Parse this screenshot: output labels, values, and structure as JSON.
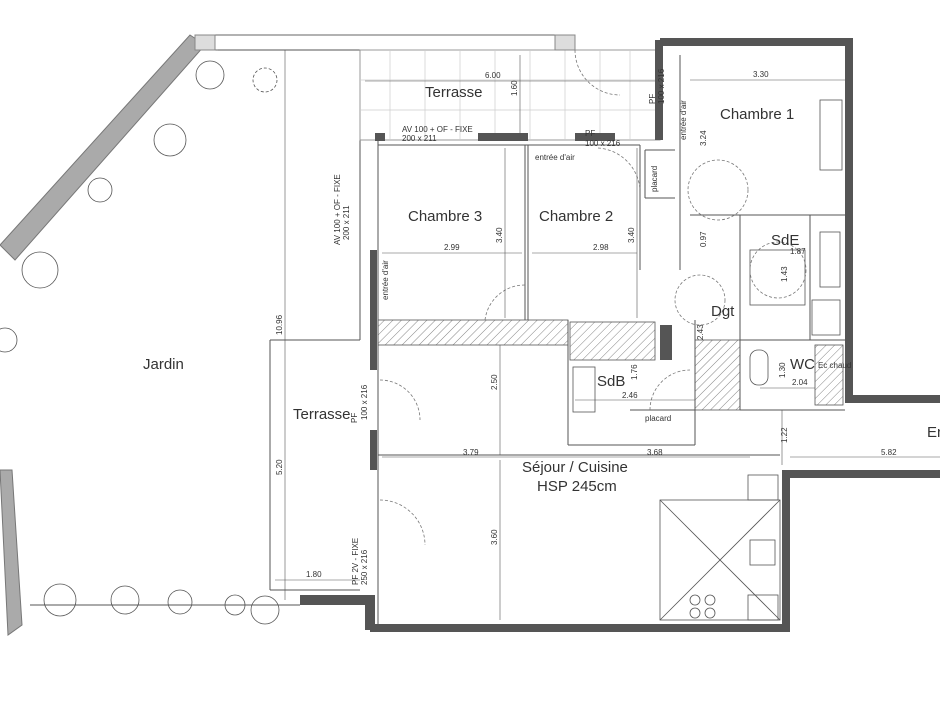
{
  "rooms": {
    "jardin": "Jardin",
    "terrasse_top": "Terrasse",
    "terrasse_left": "Terrasse",
    "chambre1": "Chambre 1",
    "chambre2": "Chambre 2",
    "chambre3": "Chambre 3",
    "sde": "SdE",
    "dgt": "Dgt",
    "sdb": "SdB",
    "wc": "WC",
    "sejour": "Séjour / Cuisine",
    "hsp": "HSP 245cm",
    "entree_partial": "En"
  },
  "labels": {
    "placard1": "placard",
    "placard2": "placard",
    "entree_air1": "entrée d'air",
    "entree_air2": "entrée d'air",
    "entree_air3": "entrée d'air",
    "window_top": "AV 100  + OF - FIXE",
    "window_top_size": "200 x 211",
    "pf_top": "PF",
    "pf_top_size": "100 x 216",
    "pf_right": "PF",
    "pf_right_size": "100 x 216",
    "window_left": "AV 100 + OF - FIXE",
    "window_left_size": "200 x 211",
    "pf_left": "PF",
    "pf_left_size": "100 x 216",
    "pf_2v": "PF 2V - FIXE",
    "pf_2v_size": "250 x 216",
    "ballon": "Ec chaud"
  },
  "dimensions": {
    "terrasse_w": "6.00",
    "terrasse_h": "1.60",
    "ch1_w": "3.30",
    "ch1_h": "3.24",
    "ch3_w": "2.99",
    "ch3_h": "3.40",
    "ch2_w": "2.98",
    "ch2_h": "3.40",
    "sde_w": "1.87",
    "sde_h": "1.43",
    "dgt_a": "0.97",
    "dgt_b": "2.43",
    "sdb_w": "2.46",
    "sdb_h": "1.76",
    "wc_w": "2.04",
    "wc_h": "1.30",
    "hall_h": "1.22",
    "sejour_a": "3.79",
    "sejour_b": "3.68",
    "sejour_c": "5.82",
    "sejour_h1": "2.50",
    "sejour_h2": "3.60",
    "total_h": "10.96",
    "terrasse_left_h": "5.20",
    "terrasse_left_w": "1.80"
  }
}
